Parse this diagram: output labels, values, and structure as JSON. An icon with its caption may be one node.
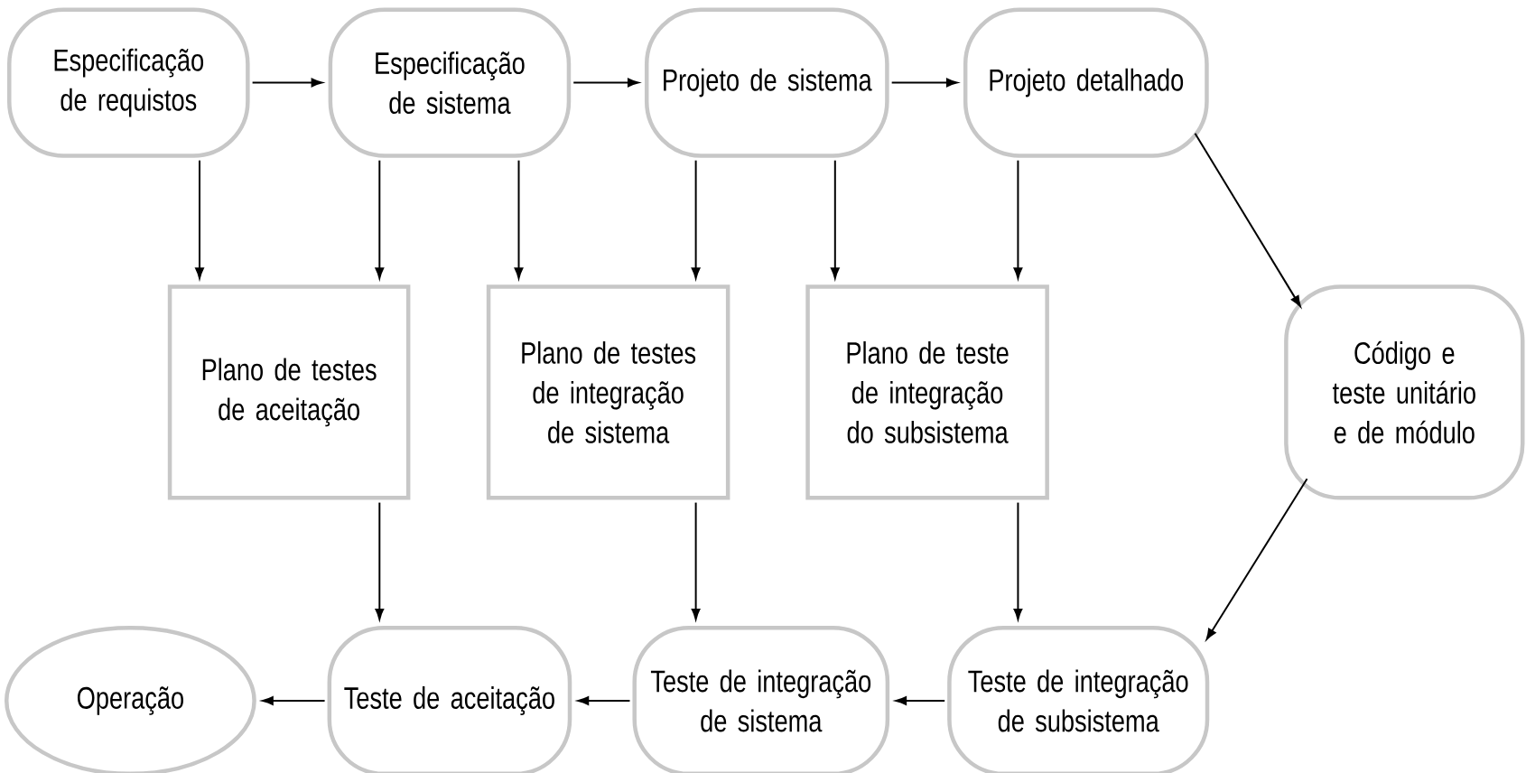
{
  "diagram": {
    "nodes": [
      {
        "text": [
          "Especificação de requistos"
        ]
      },
      {
        "text": [
          "Especificação de sistema"
        ]
      },
      {
        "text": [
          "Projeto de sistema"
        ]
      },
      {
        "text": [
          "Projeto detalhado"
        ]
      },
      {
        "text": [
          "Plano de testes de aceitação"
        ]
      },
      {
        "text": [
          "Plano de testes de integração de sistema"
        ]
      },
      {
        "text": [
          "Plano de teste de integração do subsistema"
        ]
      },
      {
        "text": [
          "Código e teste unitário e de módulo"
        ]
      },
      {
        "text": [
          "Operação"
        ]
      },
      {
        "text": [
          "Teste de aceitação"
        ]
      },
      {
        "text": [
          "Teste de integração de sistema"
        ]
      },
      {
        "text": [
          "Teste de integração de subsistema"
        ]
      }
    ],
    "edges": [
      {
        "from": 0,
        "to": 1,
        "arrow": "to"
      },
      {
        "from": 1,
        "to": 2,
        "arrow": "to"
      },
      {
        "from": 2,
        "to": 3,
        "arrow": "to"
      },
      {
        "from": 0,
        "to": 4,
        "arrow": "to"
      },
      {
        "from": 1,
        "to": 4,
        "arrow": "to"
      },
      {
        "from": 1,
        "to": 5,
        "arrow": "to"
      },
      {
        "from": 2,
        "to": 5,
        "arrow": "to"
      },
      {
        "from": 2,
        "to": 6,
        "arrow": "to"
      },
      {
        "from": 3,
        "to": 6,
        "arrow": "to"
      },
      {
        "from": 3,
        "to": 7,
        "arrow": "to"
      },
      {
        "from": 4,
        "to": 9,
        "arrow": "to"
      },
      {
        "from": 5,
        "to": 10,
        "arrow": "to"
      },
      {
        "from": 6,
        "to": 11,
        "arrow": "to"
      },
      {
        "from": 7,
        "to": 11,
        "arrow": "to"
      },
      {
        "from": 11,
        "to": 10,
        "arrow": "to"
      },
      {
        "from": 10,
        "to": 9,
        "arrow": "to"
      },
      {
        "from": 9,
        "to": 8,
        "arrow": "to"
      }
    ]
  }
}
